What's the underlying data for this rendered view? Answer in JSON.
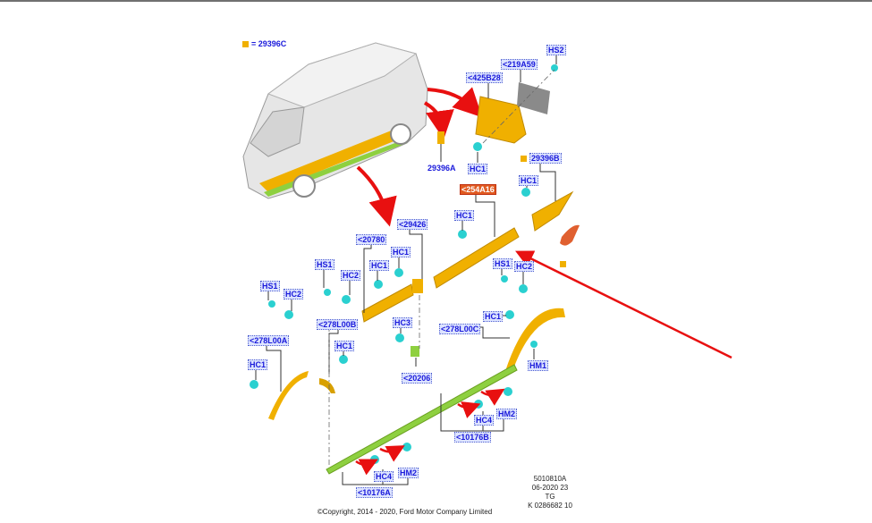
{
  "legend": {
    "swatch_color": "#f0b000",
    "text": "= 29396C"
  },
  "labels": {
    "p29396A": "29396A",
    "p425B28": "<425B28",
    "p219A59": "<219A59",
    "hs2": "HS2",
    "hc1_top": "HC1",
    "p29396B": "29396B",
    "hc1_b": "HC1",
    "p254A16": "<254A16",
    "hc1_c": "HC1",
    "p29426": "<29426",
    "hc1_d": "HC1",
    "p20780": "<20780",
    "hc1_e": "HC1",
    "hs1_a": "HS1",
    "hc2_a": "HC2",
    "hs1_b": "HS1",
    "hc2_b": "HC2",
    "p278L00B": "<278L00B",
    "hc1_f": "HC1",
    "p278L00A": "<278L00A",
    "hc1_g": "HC1",
    "hc3": "HC3",
    "p20206": "<20206",
    "hs1_c": "HS1",
    "hc2_c": "HC2",
    "hc1_h": "HC1",
    "p278L00C": "<278L00C",
    "hm1": "HM1",
    "hc4_b": "HC4",
    "hm2_b": "HM2",
    "p10176B": "<10176B",
    "hc4_a": "HC4",
    "hm2_a": "HM2",
    "p10176A": "<10176A"
  },
  "footer": {
    "code1": "5010810A",
    "code2": "06-2020 23",
    "code3": "TG",
    "code4": "K 0286682 10",
    "copyright": "©Copyright, 2014 - 2020, Ford Motor Company Limited"
  },
  "colors": {
    "trim": "#f0b000",
    "clip": "#2ad0d0",
    "sill": "#8ed040",
    "arrow": "#e81010",
    "label": "#1a1adb"
  }
}
